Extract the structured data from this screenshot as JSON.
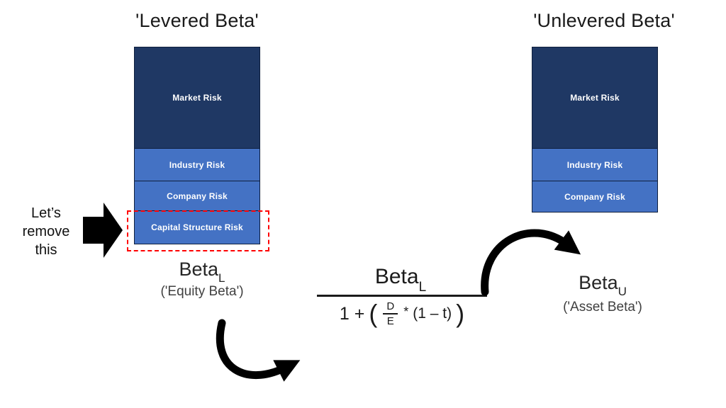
{
  "colors": {
    "market_navy": "#1F3864",
    "segment_blue": "#4472C4",
    "highlight_red": "#FF0000",
    "arrow_black": "#000000"
  },
  "left_panel": {
    "title": "'Levered Beta'",
    "segments": [
      {
        "label": "Market Risk",
        "color": "#1F3864"
      },
      {
        "label": "Industry Risk",
        "color": "#4472C4"
      },
      {
        "label": "Company Risk",
        "color": "#4472C4"
      },
      {
        "label": "Capital Structure Risk",
        "color": "#4472C4",
        "highlighted": true
      }
    ],
    "beta_base": "Beta",
    "beta_sub": "L",
    "beta_alias": "('Equity Beta')"
  },
  "annotation": {
    "line1": "Let’s",
    "line2": "remove",
    "line3": "this"
  },
  "formula": {
    "numerator_base": "Beta",
    "numerator_sub": "L",
    "den_one_plus": "1 +",
    "den_open_paren": "(",
    "frac_top": "D",
    "frac_bottom": "E",
    "den_operator": "*",
    "den_tail": "(1 – t)",
    "den_close_paren": ")"
  },
  "right_panel": {
    "title": "'Unlevered Beta'",
    "segments": [
      {
        "label": "Market Risk",
        "color": "#1F3864"
      },
      {
        "label": "Industry Risk",
        "color": "#4472C4"
      },
      {
        "label": "Company Risk",
        "color": "#4472C4"
      }
    ],
    "beta_base": "Beta",
    "beta_sub": "U",
    "beta_alias": "('Asset Beta')"
  }
}
